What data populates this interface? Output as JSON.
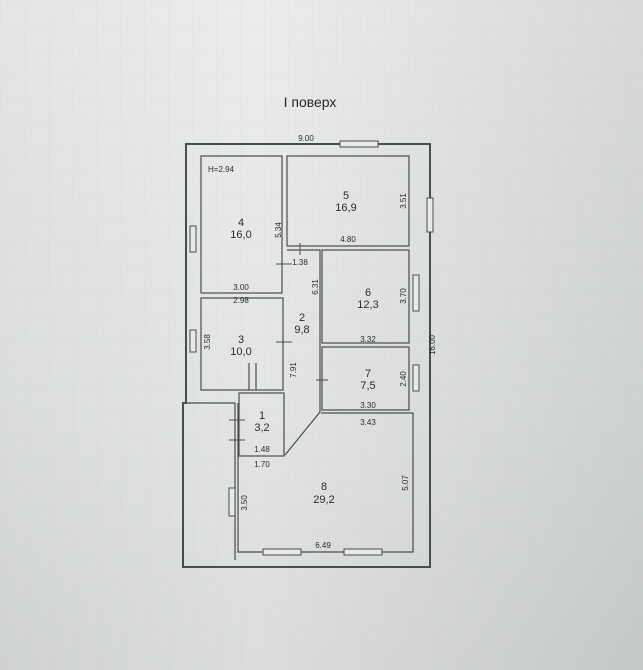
{
  "title": "I поверх",
  "height_label": "H=2.94",
  "rooms": [
    {
      "id": "1",
      "area": "3,2"
    },
    {
      "id": "2",
      "area": "9,8"
    },
    {
      "id": "3",
      "area": "10,0"
    },
    {
      "id": "4",
      "area": "16,0"
    },
    {
      "id": "5",
      "area": "16,9"
    },
    {
      "id": "6",
      "area": "12,3"
    },
    {
      "id": "7",
      "area": "7,5"
    },
    {
      "id": "8",
      "area": "29,2"
    }
  ],
  "dimensions": {
    "overall_width": "9.00",
    "overall_length": "16.00",
    "r4_height": "5.34",
    "r4_width": "3.00",
    "r5_width": "4.80",
    "r5_height": "3.51",
    "corridor_width": "1.38",
    "r6_left": "6.31",
    "r6_height": "3.70",
    "r6_width": "3.32",
    "r3_width": "2.98",
    "r3_height": "3.58",
    "r2_length": "7.91",
    "r7_height": "2.40",
    "r7_width": "3.30",
    "r8_top": "3.43",
    "r1_width": "1.48",
    "r8_left_top": "1.70",
    "r8_left": "3.50",
    "r8_right": "5.07",
    "r8_width": "6.49"
  }
}
